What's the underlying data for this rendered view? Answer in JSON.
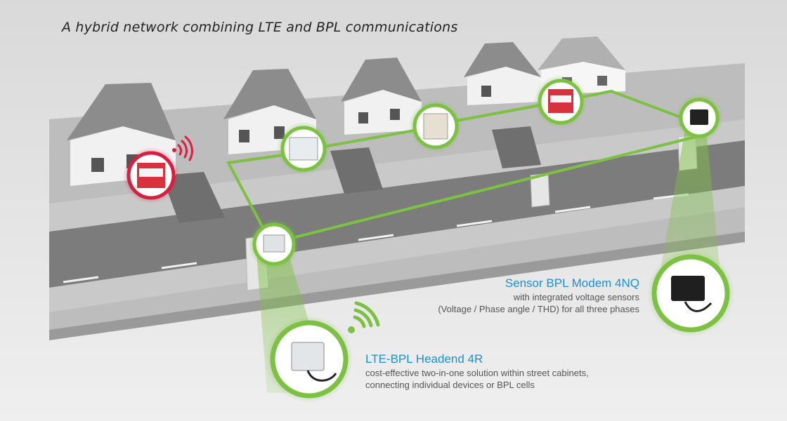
{
  "caption": "A hybrid network combining LTE and BPL communications",
  "devices": {
    "sensor_modem": {
      "title": "Sensor BPL Modem 4NQ",
      "lines": [
        "with integrated voltage sensors",
        "(Voltage / Phase angle / THD) for all three phases"
      ]
    },
    "headend": {
      "title": "LTE-BPL Headend 4R",
      "lines": [
        "cost-effective two-in-one solution within street cabinets,",
        "connecting individual devices or BPL cells"
      ]
    }
  },
  "colors": {
    "bpl_link": "#7dc142",
    "lte_meter": "#d81f3f",
    "accent_text": "#1e8fd0",
    "road": "#777777",
    "ground": "#bdbdbd"
  },
  "icons": [
    "wireless-signal-icon",
    "wireless-signal-icon"
  ]
}
